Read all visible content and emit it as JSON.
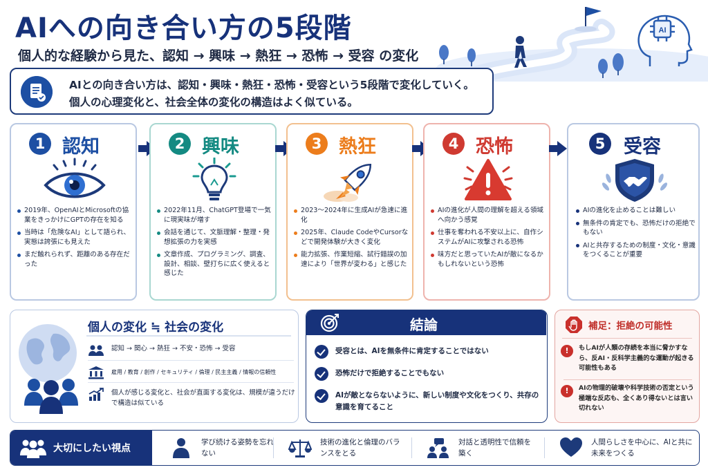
{
  "header": {
    "title": "AIへの向き合い方の5段階",
    "subtitle": "個人的な経験から見た、認知 → 興味 → 熱狂 → 恐怖 → 受容 の変化",
    "hero_badge": "AI"
  },
  "intro": {
    "line1": "AIとの向き合い方は、認知・興味・熱狂・恐怖・受容という5段階で変化していく。",
    "line2": "個人の心理変化と、社会全体の変化の構造はよく似ている。"
  },
  "stages": [
    {
      "num": "1",
      "name": "認知",
      "color": "#1d4fa3",
      "illustration": "eye-icon",
      "bullets": [
        "2019年、OpenAIとMicrosoftの協業をきっかけにGPTの存在を知る",
        "当時は「危険なAI」として語られ、実態は誇張にも見えた",
        "まだ触れられず、距離のある存在だった"
      ]
    },
    {
      "num": "2",
      "name": "興味",
      "color": "#148a82",
      "illustration": "lightbulb-icon",
      "bullets": [
        "2022年11月、ChatGPT登場で一気に現実味が増す",
        "会話を通じて、文脈理解・整理・発想拡張の力を実感",
        "文章作成、プログラミング、調査、設計、相談、壁打ちに広く使えると感じた"
      ]
    },
    {
      "num": "3",
      "name": "熱狂",
      "color": "#ec7d1c",
      "illustration": "rocket-icon",
      "bullets": [
        "2023〜2024年に生成AIが急速に進化",
        "2025年、Claude CodeやCursorなどで開発体験が大きく変化",
        "能力拡張、作業短縮、試行錯誤の加速により「世界が変わる」と感じた"
      ]
    },
    {
      "num": "4",
      "name": "恐怖",
      "color": "#cf3a31",
      "illustration": "warning-icon",
      "bullets": [
        "AIの進化が人間の理解を超える領域へ向かう感覚",
        "仕事を奪われる不安以上に、自作システムがAIに攻撃される恐怖",
        "味方だと思っていたAIが敵になるかもしれないという恐怖"
      ]
    },
    {
      "num": "5",
      "name": "受容",
      "color": "#17327a",
      "illustration": "handshake-shield-icon",
      "bullets": [
        "AIの進化を止めることは難しい",
        "無条件の肯定でも、恐怖だけの拒絶でもない",
        "AIと共存するための制度・文化・意識をつくることが重要"
      ]
    }
  ],
  "society": {
    "title": "個人の変化 ≒ 社会の変化",
    "rows": [
      {
        "icon": "people-icon",
        "text": "認知 → 関心 → 熱狂 → 不安・恐怖 → 受容"
      },
      {
        "icon": "institution-icon",
        "text": "雇用 / 教育 / 創作 / セキュリティ / 倫理 / 民主主義 / 情報の信頼性"
      },
      {
        "icon": "growth-chart-icon",
        "text": "個人が感じる変化と、社会が直面する変化は、規模が違うだけで構造は似ている"
      }
    ]
  },
  "conclusion": {
    "title": "結論",
    "items": [
      "受容とは、AIを無条件に肯定することではない",
      "恐怖だけで拒絶することでもない",
      "AIが敵とならないように、新しい制度や文化をつくり、共存の意識を育てること"
    ]
  },
  "note": {
    "title": "補足：拒絶の可能性",
    "items": [
      "もしAIが人類の存続を本当に脅かすなら、反AI・反科学主義的な運動が起きる可能性もある",
      "AIの物理的破壊や科学技術の否定という極端な反応も、全くあり得ないとは言い切れない"
    ]
  },
  "footer": {
    "title": "大切にしたい視点",
    "items": [
      {
        "icon": "learner-icon",
        "text": "学び続ける姿勢を忘れない"
      },
      {
        "icon": "balance-scale-icon",
        "text": "技術の進化と倫理のバランスをとる"
      },
      {
        "icon": "dialogue-icon",
        "text": "対話と透明性で信頼を築く"
      },
      {
        "icon": "heart-icon",
        "text": "人間らしさを中心に、AIと共に未来をつくる"
      }
    ]
  },
  "colors": {
    "navy": "#17327a",
    "blue": "#1d4fa3",
    "teal": "#148a82",
    "orange": "#ec7d1c",
    "red": "#cf3a31"
  }
}
